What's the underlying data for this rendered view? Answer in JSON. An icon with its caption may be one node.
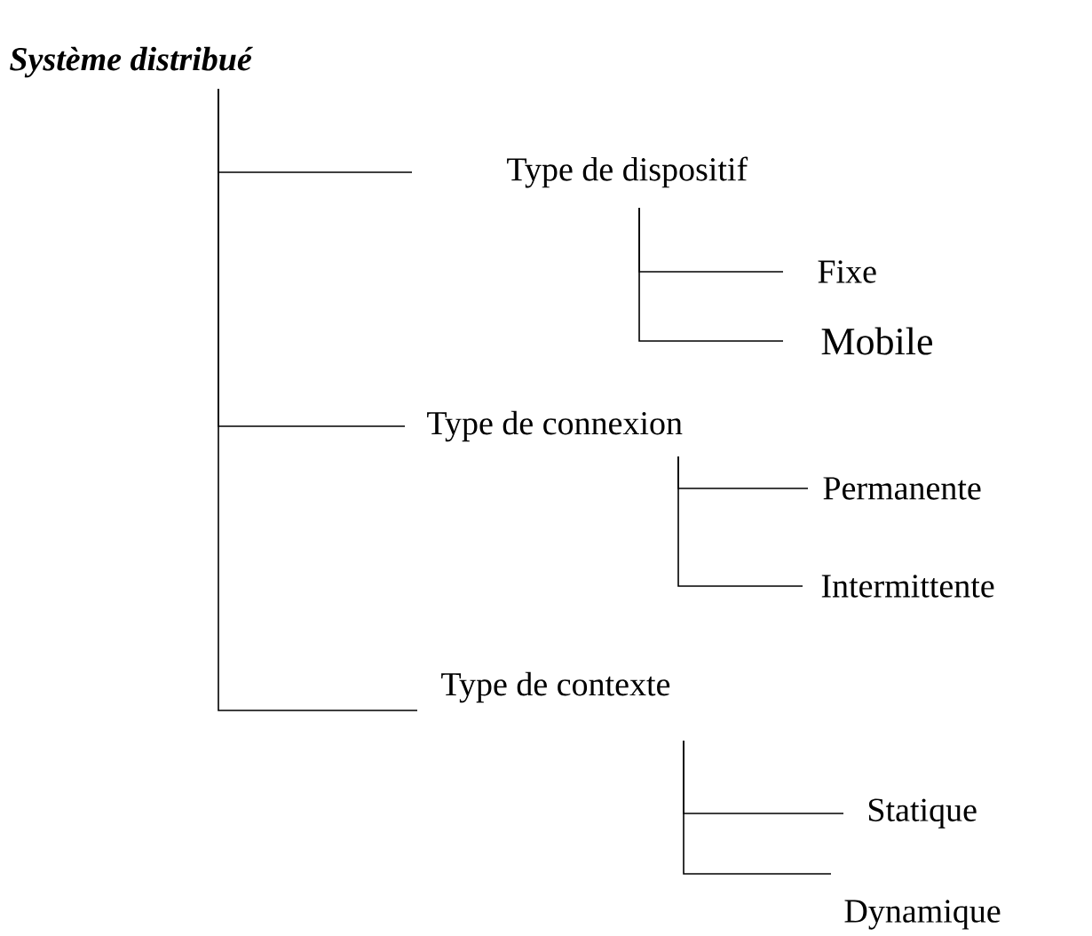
{
  "diagram": {
    "nodes": [
      {
        "text": [
          "Système distribué"
        ]
      },
      {
        "text": [
          "Type de dispositif"
        ]
      },
      {
        "text": [
          "Fixe"
        ]
      },
      {
        "text": [
          "Mobile"
        ]
      },
      {
        "text": [
          "Type de connexion"
        ]
      },
      {
        "text": [
          "Permanente"
        ]
      },
      {
        "text": [
          "Intermittente"
        ]
      },
      {
        "text": [
          "Type de contexte"
        ]
      },
      {
        "text": [
          "Statique"
        ]
      },
      {
        "text": [
          "Dynamique"
        ]
      }
    ],
    "edges": [
      {
        "from": 0,
        "to": 1,
        "arrow": "none"
      },
      {
        "from": 1,
        "to": 2,
        "arrow": "none"
      },
      {
        "from": 1,
        "to": 3,
        "arrow": "none"
      },
      {
        "from": 0,
        "to": 4,
        "arrow": "none"
      },
      {
        "from": 4,
        "to": 5,
        "arrow": "none"
      },
      {
        "from": 4,
        "to": 6,
        "arrow": "none"
      },
      {
        "from": 0,
        "to": 7,
        "arrow": "none"
      },
      {
        "from": 7,
        "to": 8,
        "arrow": "none"
      },
      {
        "from": 7,
        "to": 9,
        "arrow": "none"
      }
    ]
  }
}
